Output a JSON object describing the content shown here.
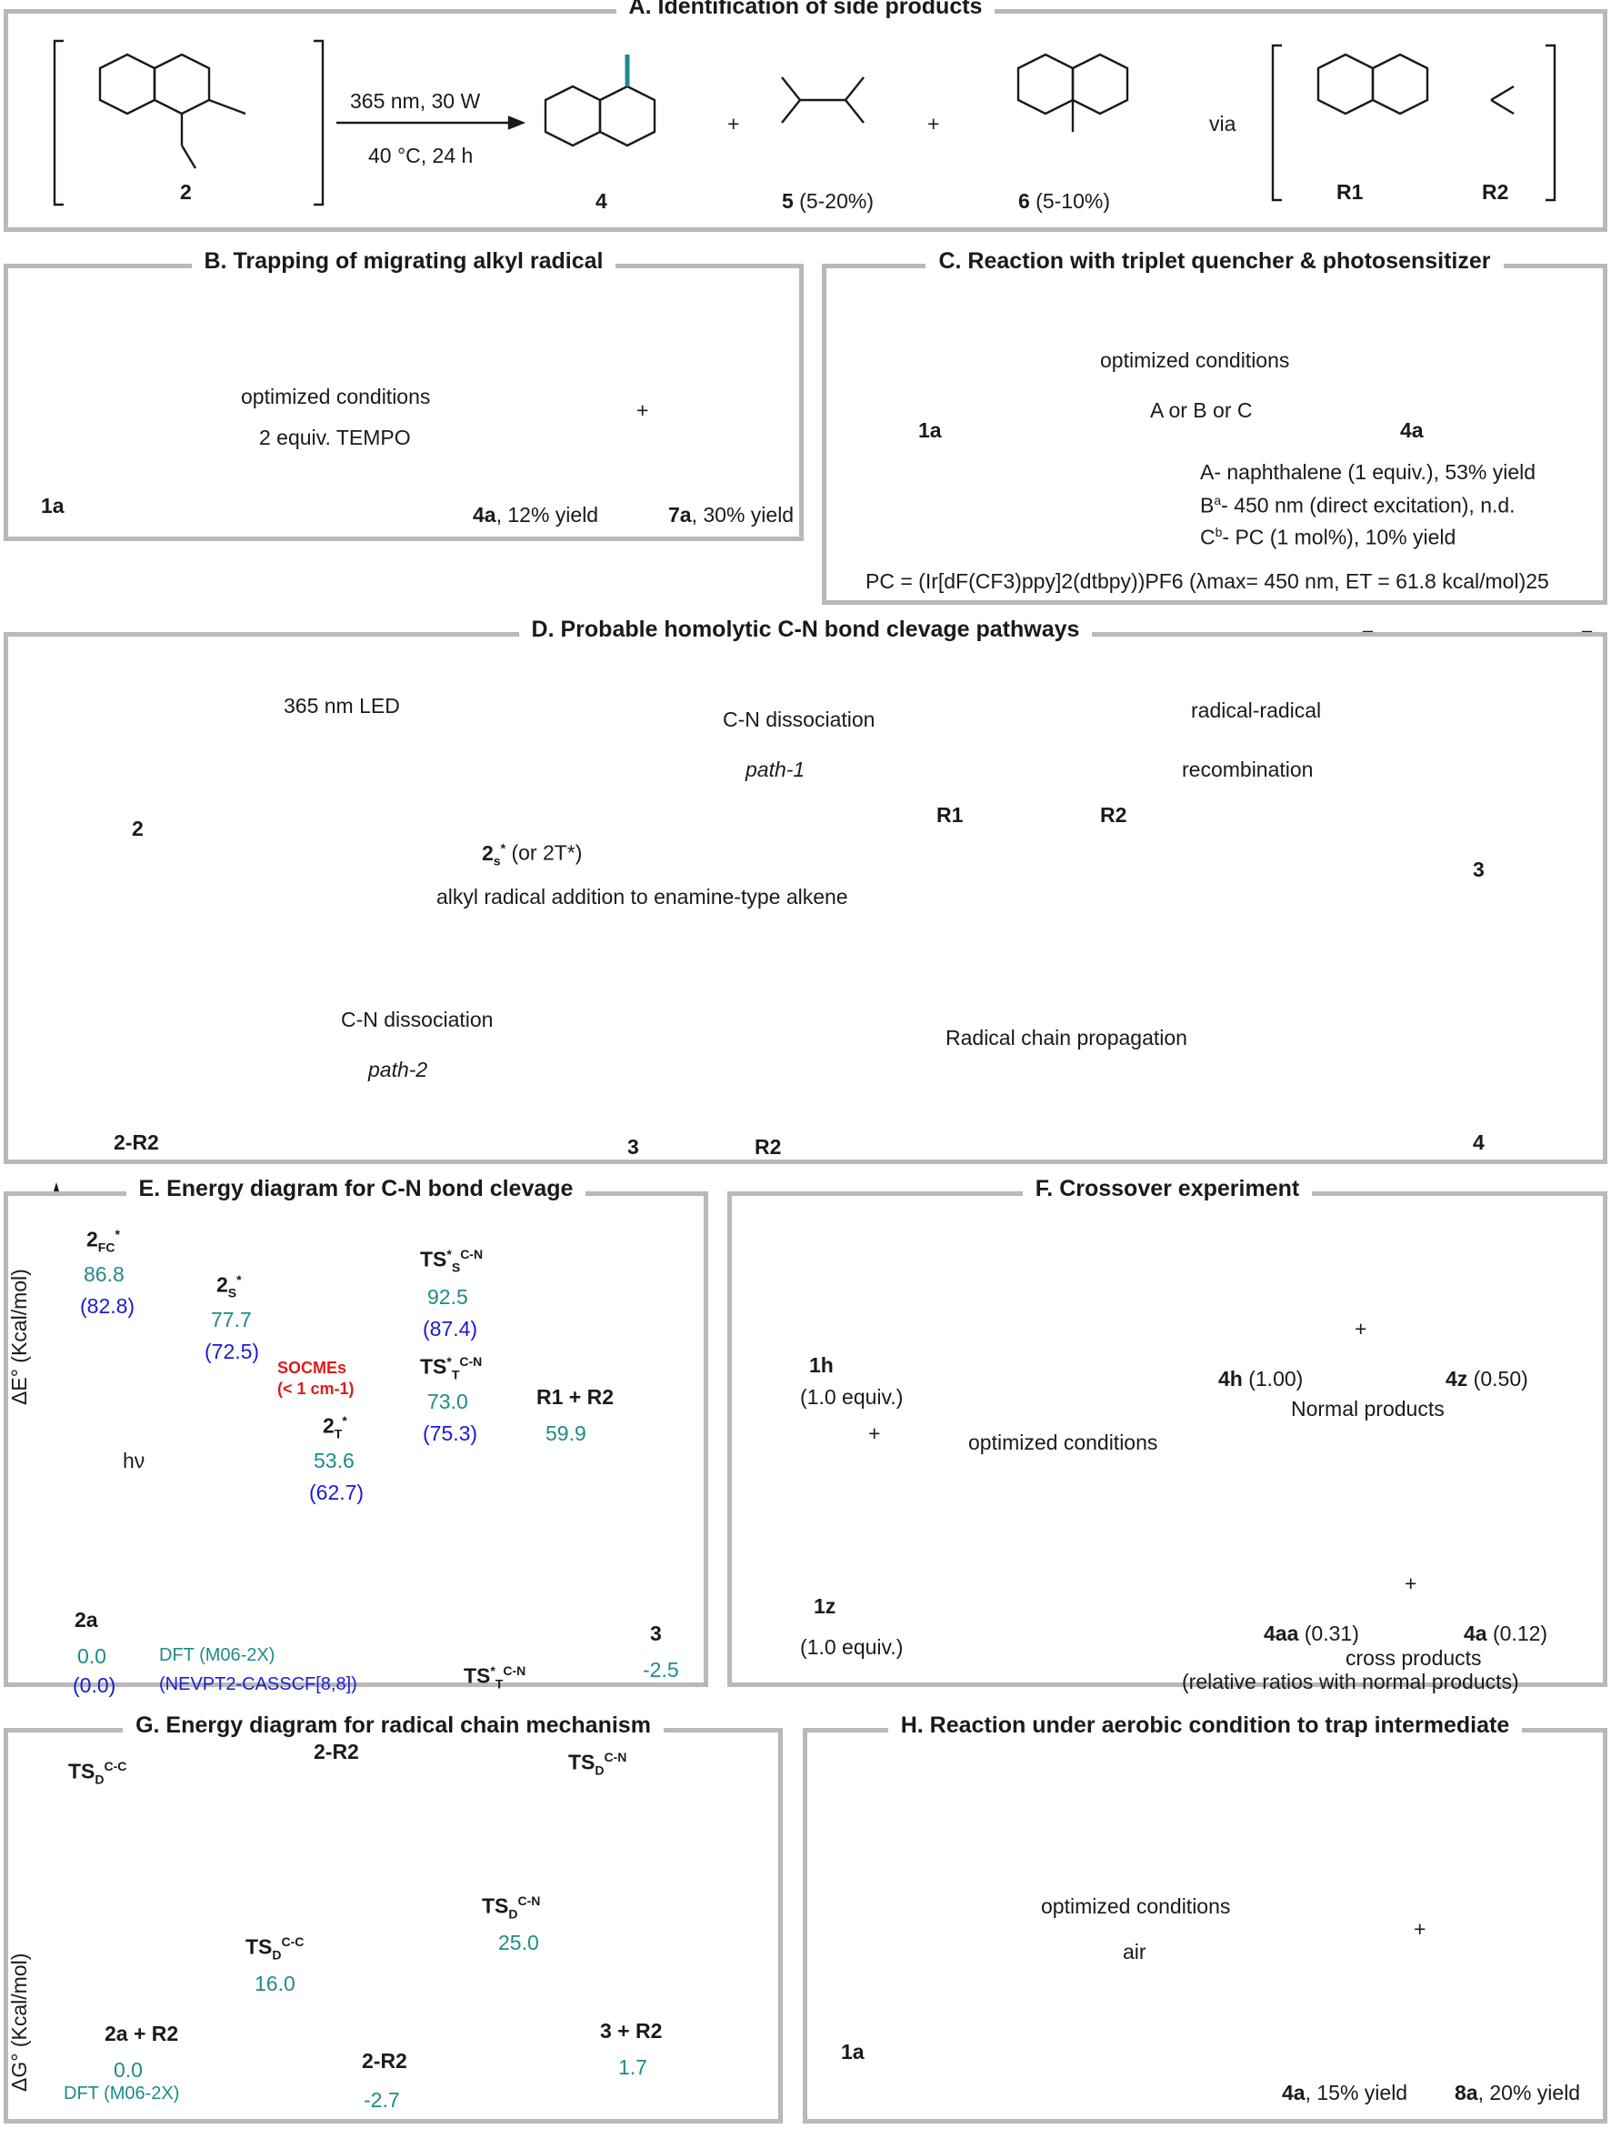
{
  "panelA": {
    "title": "A. Identification of side products",
    "cond1": "365 nm, 30 W",
    "cond2": "40 °C, 24 h",
    "c2": "2",
    "c4": "4",
    "c5": "5",
    "c5y": " (5-20%)",
    "c6": "6",
    "c6y": " (5-10%)",
    "via": "via",
    "r1": "R1",
    "r2": "R2",
    "plus": "+"
  },
  "panelB": {
    "title": "B. Trapping of migrating alkyl radical",
    "cond1": "optimized conditions",
    "cond2": "2 equiv. TEMPO",
    "c1a": "1a",
    "p1": "4a",
    "p1y": ", 12% yield",
    "p2": "7a",
    "p2y": ", 30% yield",
    "plus": "+"
  },
  "panelC": {
    "title": "C. Reaction with triplet quencher & photosensitizer",
    "cond1": "optimized conditions",
    "cond2": "A or B or C",
    "c1a": "1a",
    "c4a": "4a",
    "lineA": "A- naphthalene (1 equiv.),  53% yield",
    "lineB": "- 450 nm (direct excitation), n.d.",
    "lineC": "- PC (1 mol%), 10% yield",
    "pc": "PC = (Ir[dF(CF3)ppy]2(dtbpy))PF6 (λmax= 450 nm, ET = 61.8 kcal/mol)25"
  },
  "panelD": {
    "title": "D. Probable homolytic C-N bond clevage pathways",
    "led": "365 nm LED",
    "cn1": "C-N dissociation",
    "path1": "path-1",
    "rr1": "radical-radical",
    "rr2": "recombination",
    "addition": "alkyl radical addition to enamine-type alkene",
    "cn2": "C-N dissociation",
    "path2": "path-2",
    "chain": "Radical chain propagation",
    "c2": "2",
    "c2s": "(or 2T*)",
    "r1": "R1",
    "r2": "R2",
    "c3": "3",
    "c4": "4",
    "c2r2": "2-R2"
  },
  "panelE": {
    "title": "E. Energy diagram for C-N bond clevage",
    "yaxis": "ΔE° (Kcal/mol)",
    "hv": "hν",
    "levels": [
      {
        "label": "2FC*",
        "dft": "86.8",
        "nev": "(82.8)"
      },
      {
        "label": "2S*",
        "dft": "77.7",
        "nev": "(72.5)"
      },
      {
        "label": "TS*S C-N",
        "dft": "92.5",
        "nev": "(87.4)"
      },
      {
        "label": "TS*T C-N",
        "dft": "73.0",
        "nev": "(75.3)"
      },
      {
        "label": "2T*",
        "dft": "53.6",
        "nev": "(62.7)"
      },
      {
        "label": "R1 + R2",
        "dft": "59.9",
        "nev": ""
      },
      {
        "label": "2a",
        "dft": "0.0",
        "nev": "(0.0)"
      },
      {
        "label": "3",
        "dft": "-2.5",
        "nev": ""
      }
    ],
    "socme1": "SOCMEs",
    "socme2": "(< 1 cm-1)",
    "dftlab": "DFT (M06-2X)",
    "nevlab": "(NEVPT2-CASSCF[8,8])",
    "tsts": "TS*T C-N"
  },
  "panelF": {
    "title": "F. Crossover experiment",
    "c1h": "1h",
    "c1z": "1z",
    "eq1": "(1.0 equiv.)",
    "eq2": "(1.0 equiv.)",
    "cond": "optimized conditions",
    "p4h": "4h",
    "p4hr": " (1.00)",
    "p4z": "4z",
    "p4zr": " (0.50)",
    "normal": "Normal products",
    "p4aa": "4aa",
    "p4aar": " (0.31)",
    "p4a": "4a",
    "p4ar": " (0.12)",
    "cross1": "cross products",
    "cross2": "(relative ratios with normal products)"
  },
  "panelG": {
    "title": "G. Energy diagram for radical chain mechanism",
    "yaxis": "ΔG° (Kcal/mol)",
    "levels": [
      {
        "label": "2a + R2",
        "val": "0.0"
      },
      {
        "label": "TSD C-C",
        "val": "16.0"
      },
      {
        "label": "2-R2",
        "val": "-2.7"
      },
      {
        "label": "TSD C-N",
        "val": "25.0"
      },
      {
        "label": "3 + R2",
        "val": "1.7"
      }
    ],
    "dft": "DFT (M06-2X)"
  },
  "panelH": {
    "title": "H. Reaction under aerobic condition to trap intermediate",
    "cond1": "optimized conditions",
    "cond2": "air",
    "c1a": "1a",
    "p4a": "4a",
    "p4ay": ", 15% yield",
    "p8a": "8a",
    "p8ay": ", 20% yield",
    "plus": "+"
  },
  "colors": {
    "border": "#b9b9b9",
    "teal": "#1f8a8a",
    "blue": "#1a1ad6",
    "red": "#e01b1b"
  }
}
